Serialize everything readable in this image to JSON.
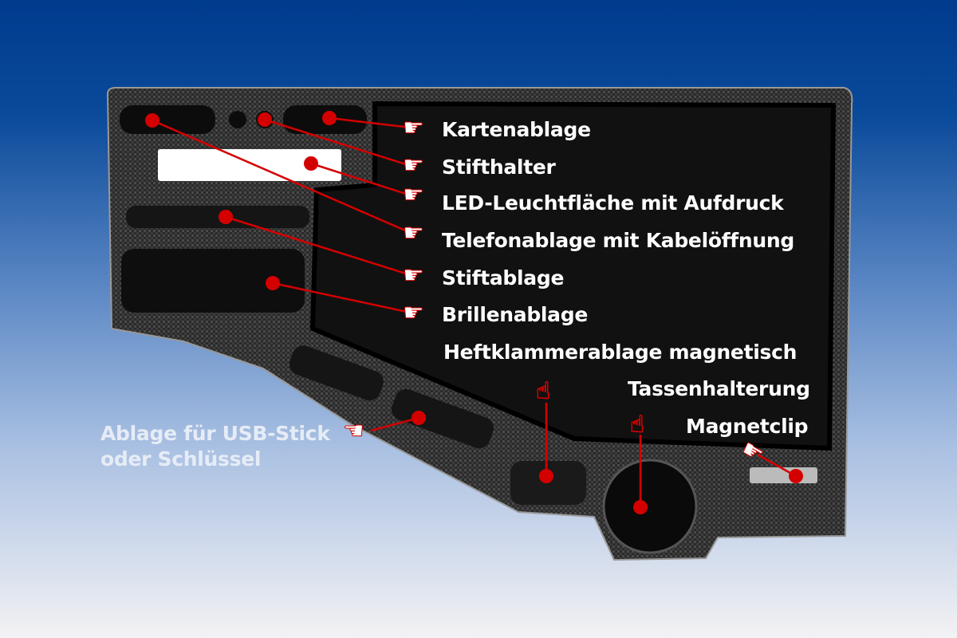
{
  "labels": {
    "kartenablage": "Kartenablage",
    "stifthalter": "Stifthalter",
    "led": "LED-Leuchtfläche mit Aufdruck",
    "telefon": "Telefonablage mit Kabelöffnung",
    "stiftablage": "Stiftablage",
    "brille": "Brillenablage",
    "heftklammer": "Heftklammerablage magnetisch",
    "tassen": "Tassenhalterung",
    "magnetclip": "Magnetclip",
    "usb_line1": "Ablage für USB-Stick",
    "usb_line2": "oder Schlüssel"
  },
  "icons": {
    "pointer": "☛",
    "pointer_up": "☝"
  },
  "colors": {
    "accent": "#d40000",
    "background_top": "#003b8e",
    "tray": "#1a1a1a"
  }
}
